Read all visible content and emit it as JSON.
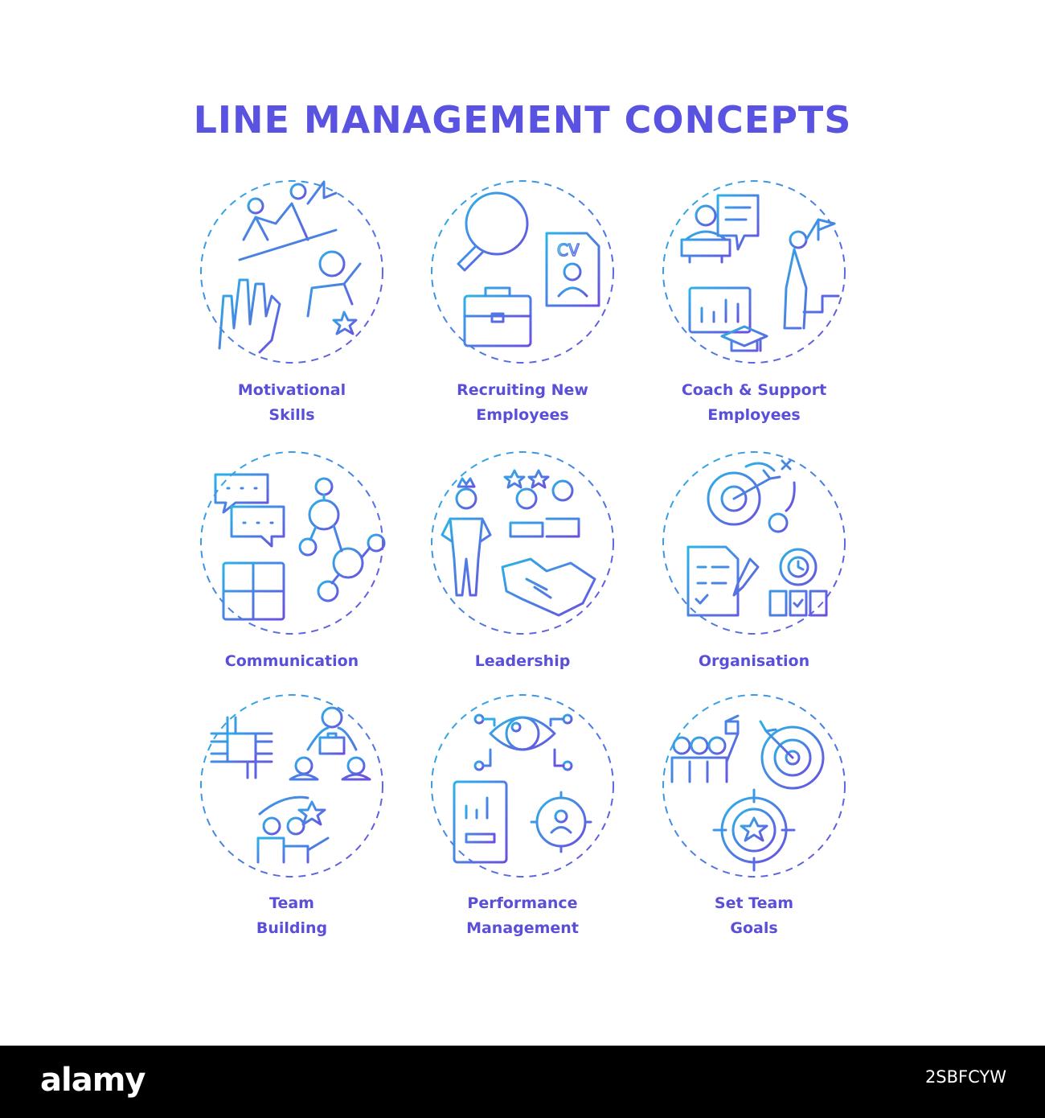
{
  "title": "LINE MANAGEMENT CONCEPTS",
  "colors": {
    "gradient_start": "#2bb3e6",
    "gradient_end": "#6a4fe0",
    "title": "#5a52e0"
  },
  "concepts": [
    {
      "label": "Motivational\nSkills",
      "icon": "climbing-team-high-five-icon"
    },
    {
      "label": "Recruiting New\nEmployees",
      "icon": "magnifier-cv-briefcase-icon"
    },
    {
      "label": "Coach & Support\nEmployees",
      "icon": "presenter-chart-graduation-icon"
    },
    {
      "label": "Communication",
      "icon": "chat-network-puzzle-icon"
    },
    {
      "label": "Leadership",
      "icon": "leader-team-handshake-icon"
    },
    {
      "label": "Organisation",
      "icon": "target-checklist-gear-icon"
    },
    {
      "label": "Team\nBuilding",
      "icon": "hands-team-star-icon"
    },
    {
      "label": "Performance\nManagement",
      "icon": "eye-report-gear-icon"
    },
    {
      "label": "Set Team\nGoals",
      "icon": "team-flag-target-star-icon"
    }
  ],
  "footer": {
    "logo": "alamy",
    "image_id": "2SBFCYW"
  }
}
